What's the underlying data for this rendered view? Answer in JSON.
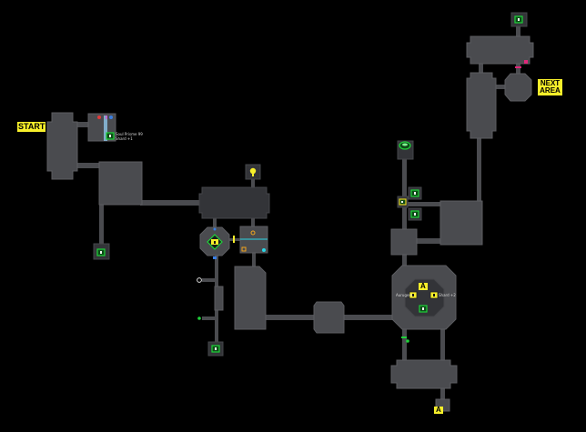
{
  "labels": {
    "start": "START",
    "next_area": "NEXT AREA",
    "a_upper": "A",
    "a_lower": "A"
  },
  "annotations": {
    "soul_note_1": "Soul Prisme 99",
    "soul_note_2": "Shard +1",
    "center_left": "Aurugem",
    "center_right": "Shard +2"
  },
  "icons": {
    "chest": "treasure-chest-icon",
    "lock": "locked-chest-icon",
    "save": "save-point-icon",
    "key": "key-icon",
    "switch": "switch-icon",
    "orb": "orb-icon"
  },
  "colors": {
    "background": "#000000",
    "room": "#4a4b4f",
    "dark_room": "#333438",
    "label_yellow": "#f7ef2a",
    "chest_green": "#1fd23a",
    "cyan_marker": "#29d6e6",
    "magenta_marker": "#e0287a",
    "orange_marker": "#f2a51e"
  }
}
